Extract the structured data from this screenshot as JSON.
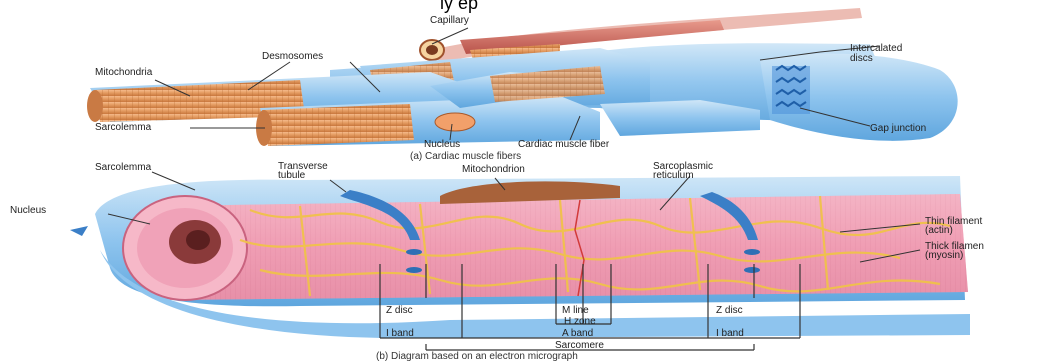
{
  "figure": {
    "top_cut_text": "ly ep",
    "panel_a": {
      "caption": "(a) Cardiac muscle fibers",
      "labels": {
        "capillary": "Capillary",
        "desmosomes": "Desmosomes",
        "mitochondria": "Mitochondria",
        "intercalated_line1": "Intercalated",
        "intercalated_line2": "discs",
        "sarcolemma": "Sarcolemma",
        "nucleus": "Nucleus",
        "cardiac_fiber": "Cardiac muscle fiber",
        "gap_junction": "Gap junction"
      }
    },
    "panel_b": {
      "caption": "(b) Diagram based on an electron micrograph",
      "labels": {
        "sarcolemma": "Sarcolemma",
        "transverse_line1": "Transverse",
        "transverse_line2": "tubule",
        "mitochondrion": "Mitochondrion",
        "sarcoplasmic_line1": "Sarcoplasmic",
        "sarcoplasmic_line2": "reticulum",
        "nucleus": "Nucleus",
        "thin_line1": "Thin filament",
        "thin_line2": "(actin)",
        "thick_line1": "Thick filamen",
        "thick_line2": "(myosin)",
        "z_disc_left": "Z disc",
        "m_line": "M line",
        "z_disc_right": "Z disc",
        "h_zone": "H zone",
        "i_band_left": "I band",
        "a_band": "A band",
        "i_band_right": "I band",
        "sarcomere": "Sarcomere"
      }
    },
    "colors": {
      "sarcolemma_blue": "#7ab8e8",
      "fiber_orange": "#e39a5f",
      "muscle_pink": "#f2a3b8",
      "sr_yellow": "#f0c24a",
      "capillary_red": "#c8605a"
    }
  }
}
